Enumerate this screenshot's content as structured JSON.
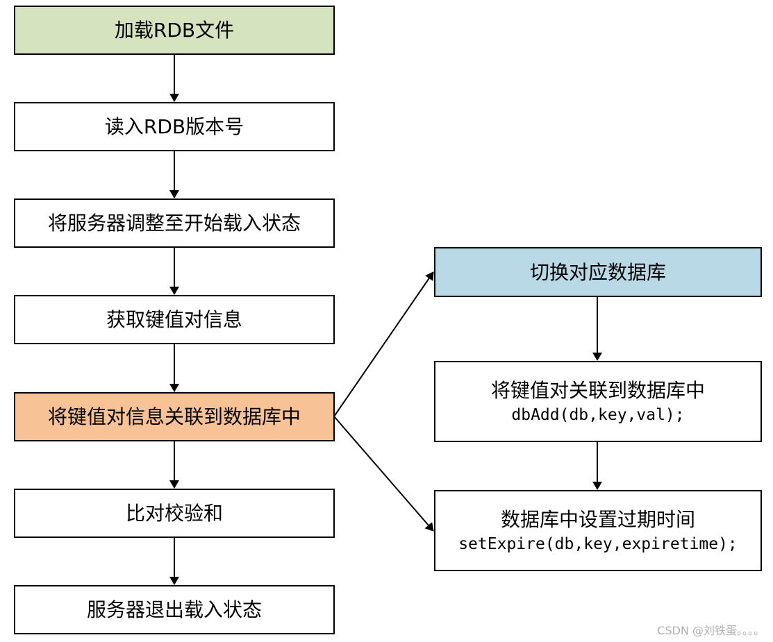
{
  "colors": {
    "start_fill": "#d6e3bf",
    "highlight_fill": "#f7c296",
    "switch_fill": "#b9d9e6",
    "default_fill": "#ffffff",
    "stroke": "#000000"
  },
  "left_column": {
    "load_rdb": "加载RDB文件",
    "read_version": "读入RDB版本号",
    "set_loading": "将服务器调整至开始载入状态",
    "get_kv": "获取键值对信息",
    "associate_kv": "将键值对信息关联到数据库中",
    "checksum": "比对校验和",
    "exit_loading": "服务器退出载入状态"
  },
  "right_column": {
    "switch_db": "切换对应数据库",
    "db_add_title": "将键值对关联到数据库中",
    "db_add_code": "dbAdd(db,key,val);",
    "set_expire_title": "数据库中设置过期时间",
    "set_expire_code": "setExpire(db,key,expiretime);"
  },
  "watermark": "CSDN @刘铁蛋。。。。"
}
